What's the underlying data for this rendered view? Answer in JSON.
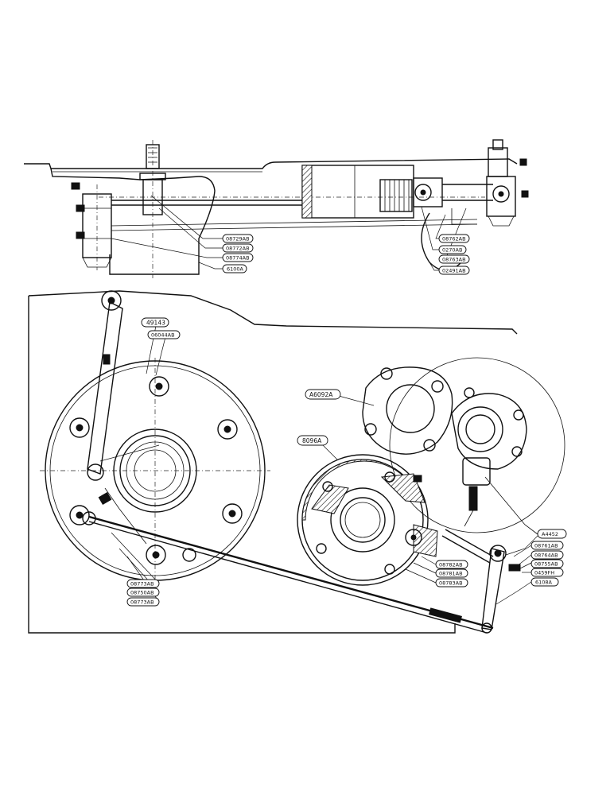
{
  "labels": {
    "top": {
      "p08729": "08729AB",
      "p08772": "08772AB",
      "p08774": "08774AB",
      "p6100a": "6100A",
      "p08762": "08762AB",
      "p0270": "0270AB",
      "p08763": "08763AB",
      "p02491": "02491AB"
    },
    "bottom": {
      "p49143": "49143",
      "p06044": "06044AB",
      "pA6092": "A6092A",
      "p8096a": "8096A",
      "pA4452": "A4452",
      "p08761": "08761AB",
      "p08764": "08764AB",
      "p08755": "08755AB",
      "p0459": "0459FH",
      "p6108a": "6108A",
      "p08782": "08782AB",
      "p08781": "08781AB",
      "p08783": "08783AB",
      "p08773a": "08773AB",
      "p08750": "08750AB",
      "p08773b": "08773AB"
    }
  }
}
